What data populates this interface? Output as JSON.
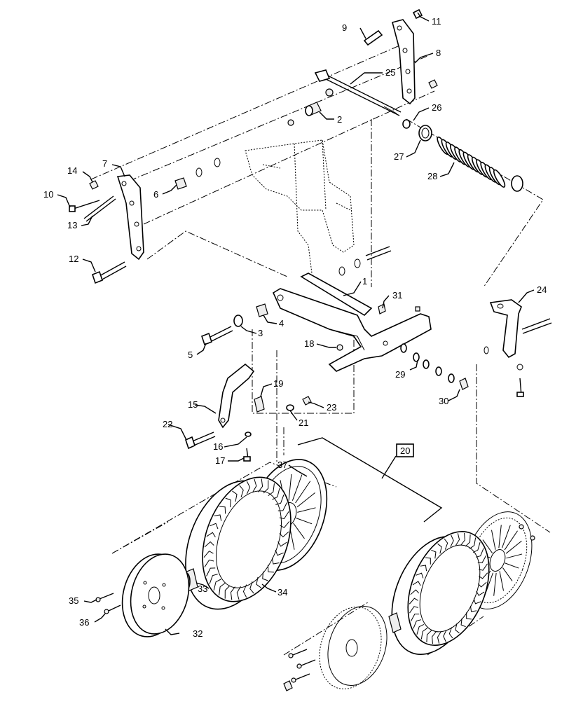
{
  "diagram": {
    "labels": {
      "l1": "1",
      "l2": "2",
      "l3": "3",
      "l4": "4",
      "l5": "5",
      "l6": "6",
      "l7": "7",
      "l8": "8",
      "l9": "9",
      "l10": "10",
      "l11": "11",
      "l12": "12",
      "l13": "13",
      "l14": "14",
      "l15": "15",
      "l16": "16",
      "l17": "17",
      "l18": "18",
      "l19": "19",
      "l20": "20",
      "l21": "21",
      "l22": "22",
      "l23": "23",
      "l24": "24",
      "l25": "25",
      "l26": "26",
      "l27": "27",
      "l28": "28",
      "l29": "29",
      "l30": "30",
      "l31": "31",
      "l32": "32",
      "l33": "33",
      "l34": "34",
      "l35": "35",
      "l36": "36",
      "l37": "37"
    }
  }
}
